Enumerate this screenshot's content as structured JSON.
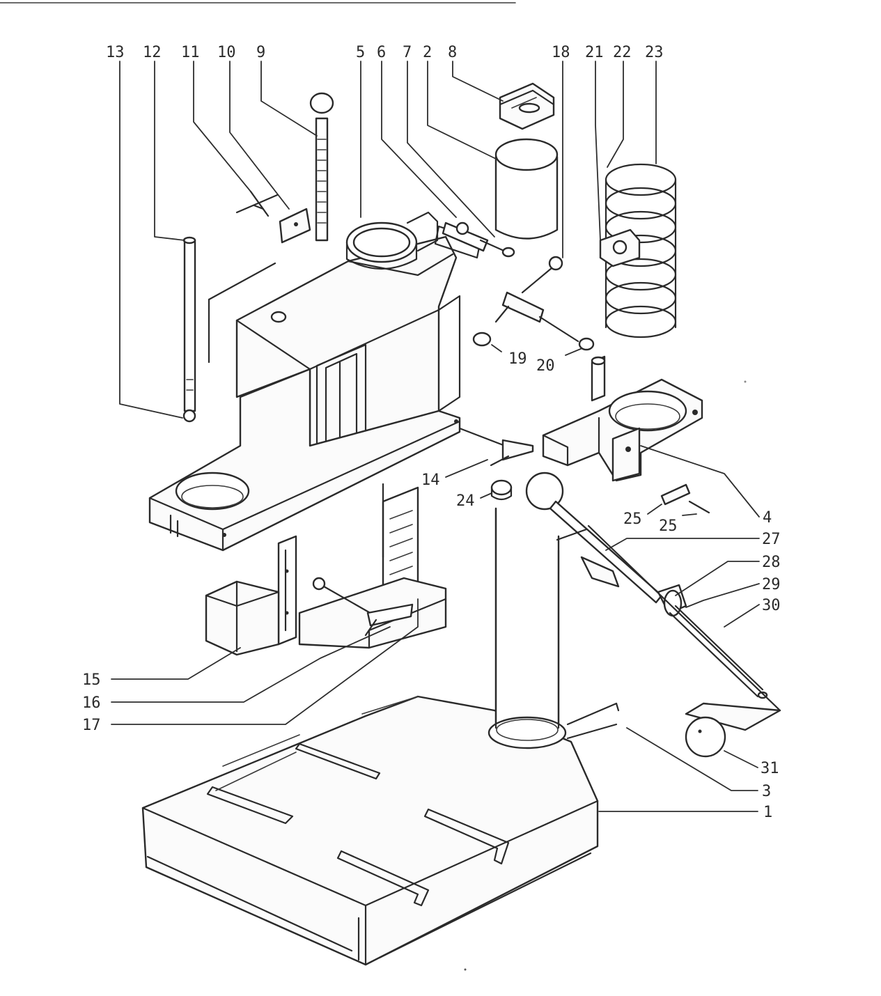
{
  "callouts": [
    {
      "id": "13",
      "text": "13"
    },
    {
      "id": "12",
      "text": "12"
    },
    {
      "id": "11",
      "text": "11"
    },
    {
      "id": "10",
      "text": "10"
    },
    {
      "id": "9",
      "text": "9"
    },
    {
      "id": "5",
      "text": "5"
    },
    {
      "id": "6",
      "text": "6"
    },
    {
      "id": "7",
      "text": "7"
    },
    {
      "id": "2",
      "text": "2"
    },
    {
      "id": "8",
      "text": "8"
    },
    {
      "id": "18",
      "text": "18"
    },
    {
      "id": "21",
      "text": "21"
    },
    {
      "id": "22",
      "text": "22"
    },
    {
      "id": "23",
      "text": "23"
    },
    {
      "id": "19",
      "text": "19"
    },
    {
      "id": "20",
      "text": "20"
    },
    {
      "id": "14",
      "text": "14"
    },
    {
      "id": "24",
      "text": "24"
    },
    {
      "id": "25a",
      "text": "25"
    },
    {
      "id": "25b",
      "text": "25"
    },
    {
      "id": "4",
      "text": "4"
    },
    {
      "id": "27",
      "text": "27"
    },
    {
      "id": "28",
      "text": "28"
    },
    {
      "id": "29",
      "text": "29"
    },
    {
      "id": "30",
      "text": "30"
    },
    {
      "id": "15",
      "text": "15"
    },
    {
      "id": "16",
      "text": "16"
    },
    {
      "id": "17",
      "text": "17"
    },
    {
      "id": "31",
      "text": "31"
    },
    {
      "id": "3",
      "text": "3"
    },
    {
      "id": "1",
      "text": "1"
    }
  ]
}
